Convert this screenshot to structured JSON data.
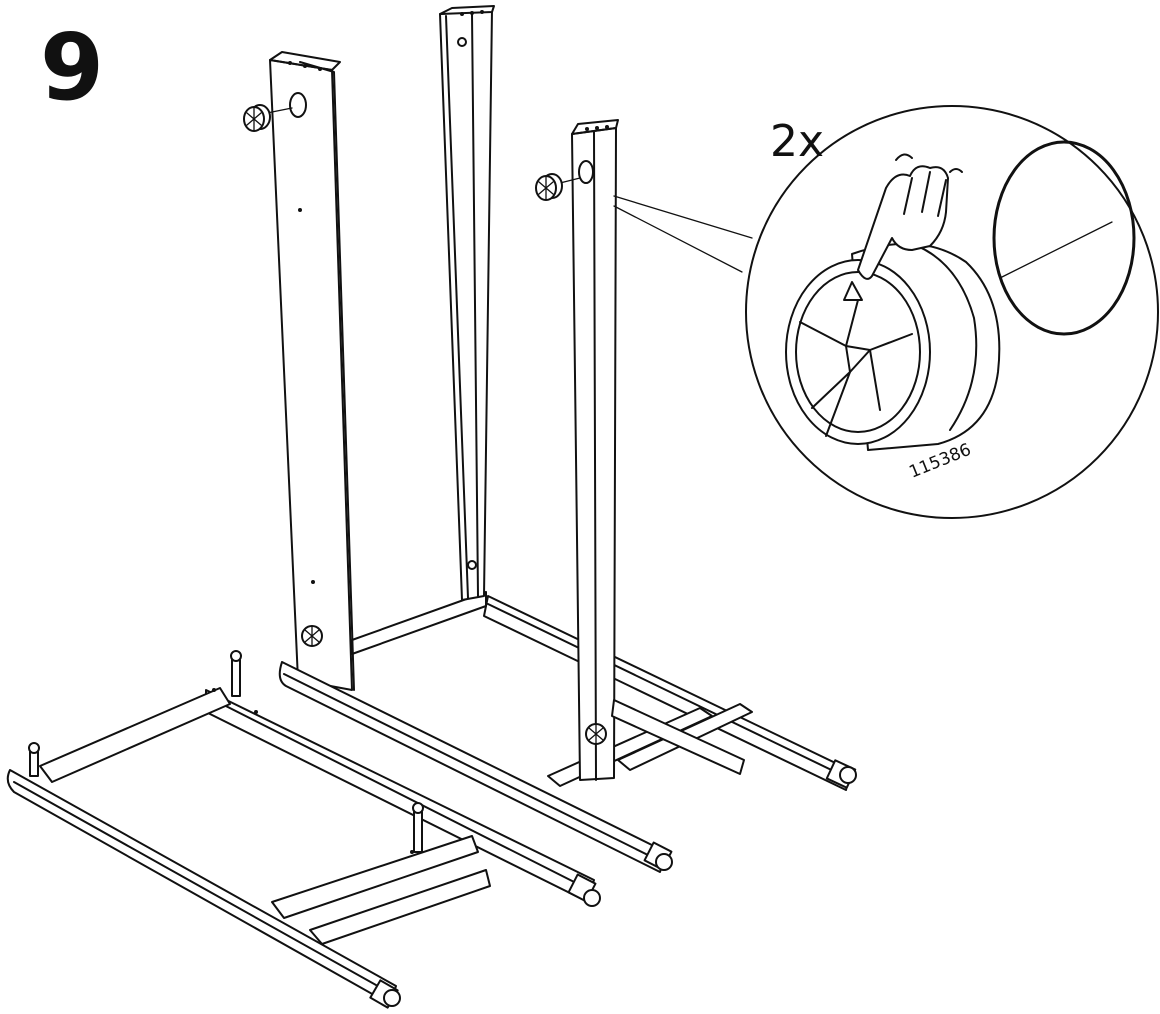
{
  "step": {
    "number": "9"
  },
  "detail": {
    "quantity": "2x",
    "part_number": "115386"
  }
}
